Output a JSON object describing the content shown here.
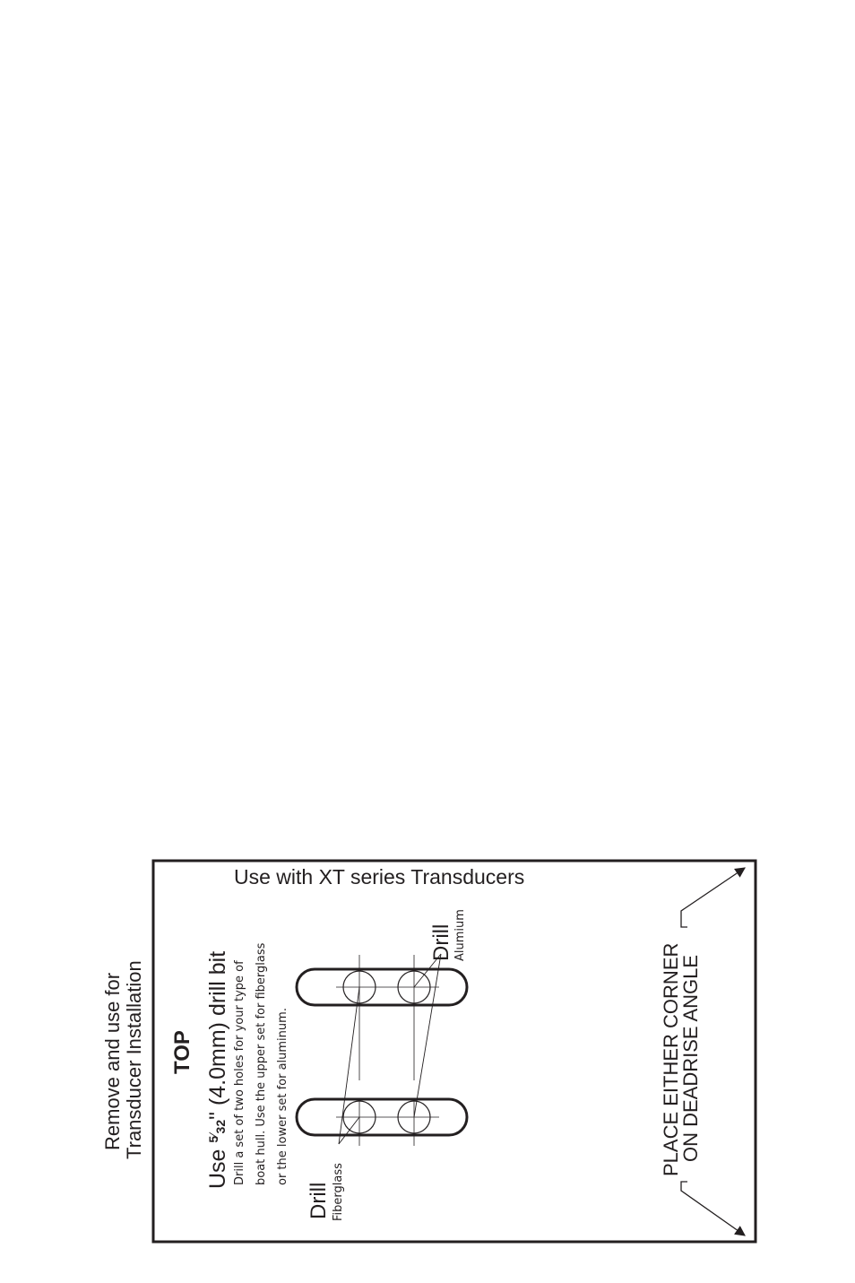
{
  "outside_note": {
    "line1": "Remove and use for",
    "line2": "Transducer Installation"
  },
  "template": {
    "series_label": "Use with XT series Transducers",
    "top_label": "TOP",
    "drill_bit": {
      "prefix": "Use ",
      "fraction_num": "5",
      "fraction_den": "32",
      "suffix": "\" (4.0mm) drill bit"
    },
    "instructions": [
      "Drill a set of two holes for your type of",
      "boat hull. Use the upper set for fiberglass",
      "or the lower set for aluminum."
    ],
    "drill_fiberglass": {
      "title": "Drill",
      "sub": "Fiberglass"
    },
    "drill_aluminum": {
      "title": "Drill",
      "sub": "Alumium"
    },
    "corner_note": {
      "line1": "PLACE EITHER CORNER",
      "line2": "ON DEADRISE ANGLE"
    }
  },
  "colors": {
    "ink": "#231f20",
    "background": "#ffffff"
  }
}
